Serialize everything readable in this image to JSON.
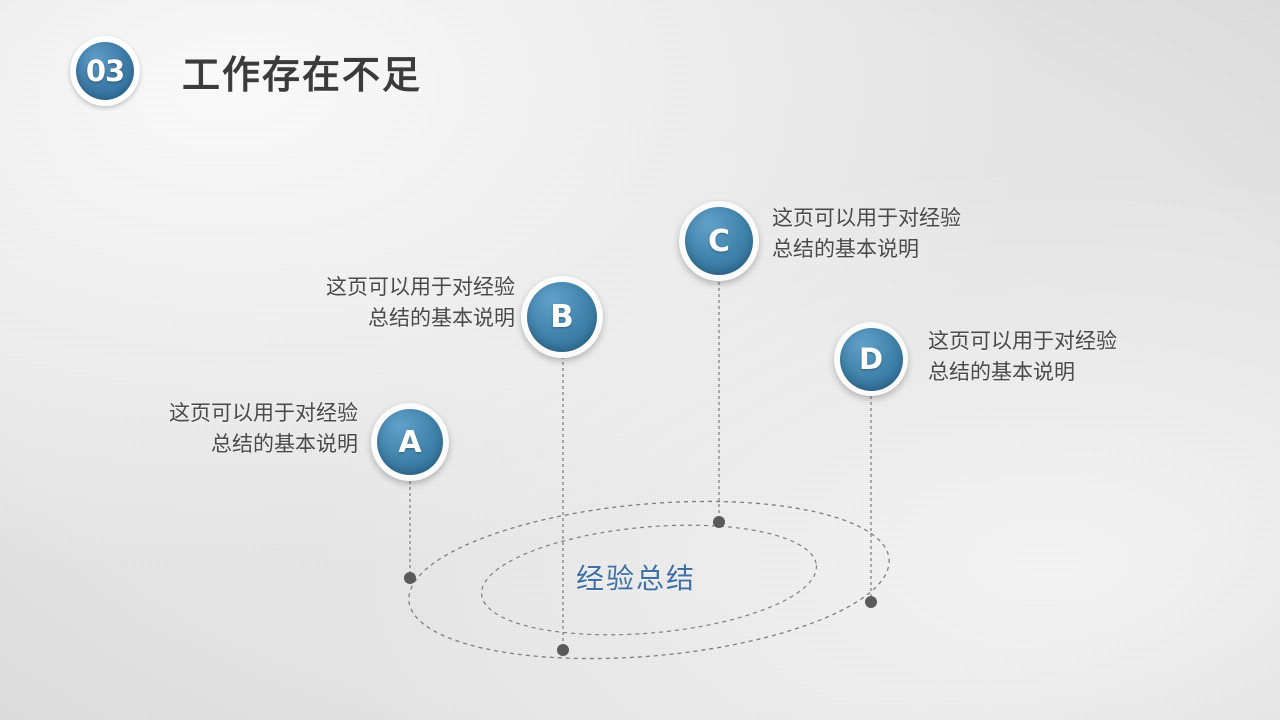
{
  "header": {
    "badge_number": "03",
    "title": "工作存在不足"
  },
  "center": {
    "label": "经验总结"
  },
  "colors": {
    "accent_blue": "#3f7ca8",
    "node_blue_light": "#62a0c9",
    "node_blue_dark": "#2f6f9d",
    "title_gray": "#3b3b3b",
    "caption_gray": "#4a4a4a",
    "center_label_blue": "#3f6fa4",
    "background_gray": "#e9e9e9",
    "dot_gray": "#5a5a5a",
    "dashed_line_gray": "#7e7e7e"
  },
  "nodes": [
    {
      "id": "a",
      "letter": "A",
      "caption": "这页可以用于对经验\n总结的基本说明",
      "caption_align": "right"
    },
    {
      "id": "b",
      "letter": "B",
      "caption": "这页可以用于对经验\n总结的基本说明",
      "caption_align": "right"
    },
    {
      "id": "c",
      "letter": "C",
      "caption": "这页可以用于对经验\n总结的基本说明",
      "caption_align": "left"
    },
    {
      "id": "d",
      "letter": "D",
      "caption": "这页可以用于对经验\n总结的基本说明",
      "caption_align": "left"
    }
  ]
}
